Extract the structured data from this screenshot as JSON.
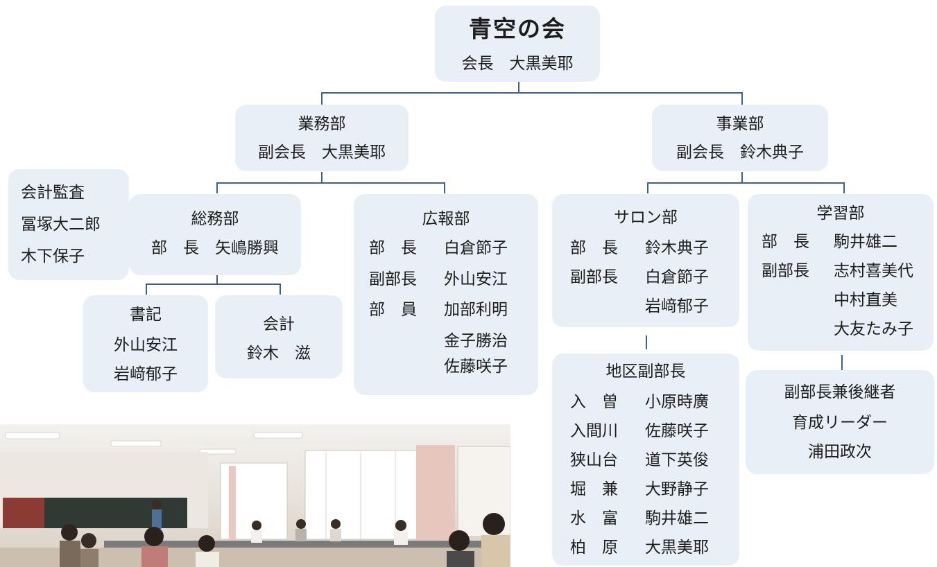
{
  "root": {
    "title": "青空の会",
    "line": "会長　大黒美耶"
  },
  "gyomu": {
    "title": "業務部",
    "line": "副会長　大黒美耶"
  },
  "jigyo": {
    "title": "事業部",
    "line": "副会長　鈴木典子"
  },
  "kansa": {
    "lines": [
      "会計監査",
      "冨塚大二郎",
      "木下保子"
    ]
  },
  "somu": {
    "title": "総務部",
    "line": "部　長　矢嶋勝興"
  },
  "shoki": {
    "title": "書記",
    "members": [
      "外山安江",
      "岩﨑郁子"
    ]
  },
  "kaikei": {
    "title": "会計",
    "member": "鈴木　滋"
  },
  "koho": {
    "title": "広報部",
    "rows": [
      {
        "role": "部　長",
        "name": "白倉節子"
      },
      {
        "role": "副部長",
        "name": "外山安江"
      },
      {
        "role": "部　員",
        "name": "加部利明"
      },
      {
        "role": "",
        "name": "金子勝治"
      },
      {
        "role": "",
        "name": "佐藤咲子"
      }
    ]
  },
  "salon": {
    "title": "サロン部",
    "rows": [
      {
        "role": "部　長",
        "name": "鈴木典子"
      },
      {
        "role": "副部長",
        "name": "白倉節子"
      },
      {
        "role": "",
        "name": "岩﨑郁子"
      }
    ]
  },
  "gakushu": {
    "title": "学習部",
    "rows": [
      {
        "role": "部　長",
        "name": "駒井雄二"
      },
      {
        "role": "副部長",
        "name": "志村喜美代"
      },
      {
        "role": "",
        "name": "中村直美"
      },
      {
        "role": "",
        "name": "大友たみ子"
      }
    ]
  },
  "chiku": {
    "title": "地区副部長",
    "rows": [
      {
        "area": "入　曽",
        "name": "小原時廣"
      },
      {
        "area": "入間川",
        "name": "佐藤咲子"
      },
      {
        "area": "狭山台",
        "name": "道下英俊"
      },
      {
        "area": "堀　兼",
        "name": "大野静子"
      },
      {
        "area": "水　富",
        "name": "駒井雄二"
      },
      {
        "area": "柏　原",
        "name": "大黒美耶"
      }
    ]
  },
  "leader": {
    "lines": [
      "副部長兼後継者",
      "育成リーダー",
      "浦田政次"
    ]
  },
  "colors": {
    "box": "#e9eff6",
    "connector": "#3f5f86"
  }
}
